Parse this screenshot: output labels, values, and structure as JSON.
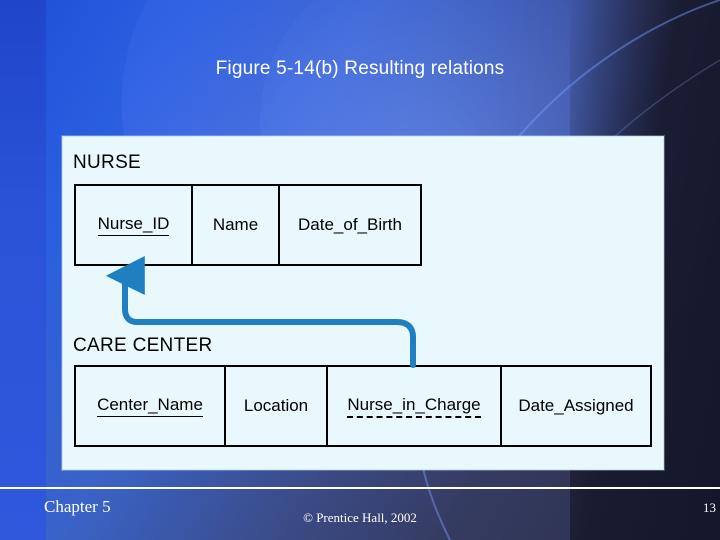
{
  "slide": {
    "title": "Figure 5-14(b) Resulting relations",
    "footer": {
      "chapter": "Chapter 5",
      "copyright": "© Prentice Hall, 2002",
      "page_number": "13"
    },
    "colors": {
      "panel_background": "#e8f8fd",
      "arrow": "#1f7fc0",
      "text": "#000000",
      "slide_text": "#ffffff",
      "background_blue": "#2b5fe0"
    }
  },
  "diagram": {
    "type": "relational-schema",
    "relations": [
      {
        "name": "NURSE",
        "attributes": [
          {
            "label": "Nurse_ID",
            "key": "primary"
          },
          {
            "label": "Name",
            "key": "none"
          },
          {
            "label": "Date_of_Birth",
            "key": "none"
          }
        ]
      },
      {
        "name": "CARE CENTER",
        "attributes": [
          {
            "label": "Center_Name",
            "key": "primary"
          },
          {
            "label": "Location",
            "key": "none"
          },
          {
            "label": "Nurse_in_Charge",
            "key": "foreign"
          },
          {
            "label": "Date_Assigned",
            "key": "none"
          }
        ]
      }
    ],
    "relationships": [
      {
        "from": "CARE CENTER.Nurse_in_Charge",
        "to": "NURSE.Nurse_ID",
        "style": "arrow"
      }
    ]
  }
}
